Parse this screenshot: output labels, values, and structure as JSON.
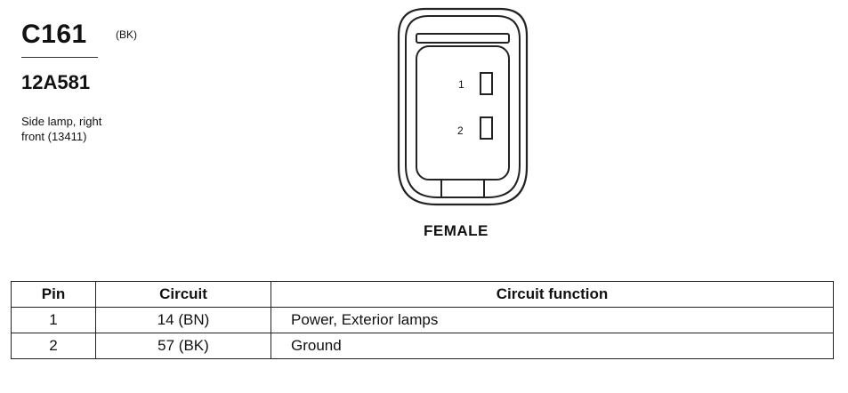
{
  "connector": {
    "id": "C161",
    "color_code": "(BK)",
    "part_number": "12A581",
    "description_lines": [
      "Side lamp, right",
      "front (13411)"
    ],
    "gender": "FEMALE",
    "pin_labels": [
      "1",
      "2"
    ]
  },
  "table": {
    "headers": {
      "pin": "Pin",
      "circuit": "Circuit",
      "function": "Circuit function"
    },
    "rows": [
      {
        "pin": "1",
        "circuit": "14 (BN)",
        "function": "Power, Exterior lamps"
      },
      {
        "pin": "2",
        "circuit": "57 (BK)",
        "function": "Ground"
      }
    ]
  }
}
